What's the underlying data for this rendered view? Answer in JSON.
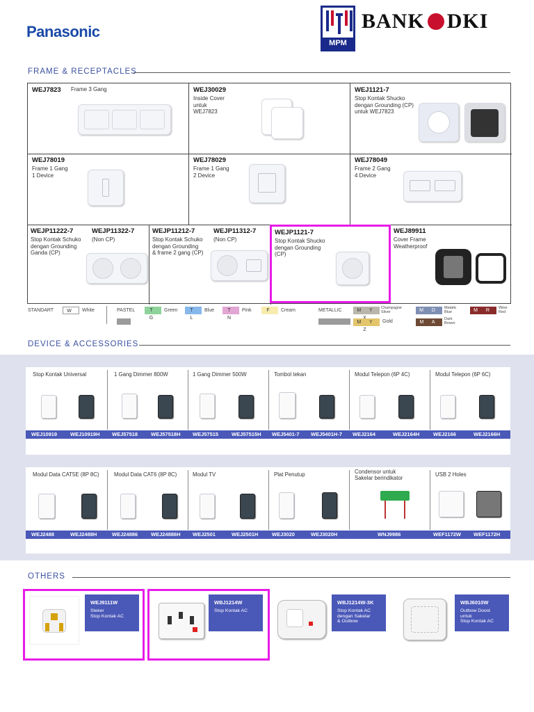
{
  "header": {
    "brand": "Panasonic",
    "mpm_label": "MPM",
    "bank_left": "BANK",
    "bank_right": "DKI"
  },
  "sections": {
    "frame": "FRAME & RECEPTACLES",
    "device": "DEVICE & ACCESSORIES",
    "others": "OTHERS"
  },
  "frames": [
    {
      "code": "WEJ7823",
      "desc": "Frame 3 Gang"
    },
    {
      "code": "WEJ30029",
      "desc": "Inside Cover\nuntuk\nWEJ7823"
    },
    {
      "code": "WEJ1121-7",
      "desc": "Stop Kontak Shucko\ndengan Grounding (CP)\nuntuk WEJ7823"
    },
    {
      "code": "WEJ78019",
      "desc": "Frame 1 Gang\n1 Device"
    },
    {
      "code": "WEJ78029",
      "desc": "Frame 1 Gang\n2 Device"
    },
    {
      "code": "WEJ78049",
      "desc": "Frame 2 Gang\n4 Device"
    }
  ],
  "receptacles": [
    {
      "code": "WEJP11222-7",
      "code2": "WEJP11322-7",
      "desc": "Stop Kontak Schuko\ndengan Grounding\nGanda (CP)",
      "desc2": "(Non CP)"
    },
    {
      "code": "WEJP11212-7",
      "code2": "WEJP11312-7",
      "desc": "Stop Kontak Schuko\ndengan Grounding\n& frame 2 gang (CP)",
      "desc2": "(Non CP)"
    },
    {
      "code": "WEJP1121-7",
      "desc": "Stop Kontak Shucko\ndengan Grounding\n(CP)"
    },
    {
      "code": "WEJ89911",
      "desc": "Cover Frame\nWeatherproof"
    }
  ],
  "legend": {
    "standart": "STANDART",
    "white_code": "W",
    "white": "White",
    "pastel": "PASTEL",
    "green_code": "T G",
    "green": "Green",
    "blue_code": "T L",
    "blue": "Blue",
    "pink_code": "T N",
    "pink": "Pink",
    "cream_code": "F",
    "cream": "Cream",
    "metallic": "METALLIC",
    "silver_code": "M Y X",
    "silver": "Champagne\nSilver",
    "metblue_code": "M D Z",
    "metblue": "Metalic\nBlue",
    "wine_code": "M R E",
    "wine": "Wine\nRed",
    "gold_code": "M Y Z",
    "gold": "Gold",
    "brown_code": "M A E",
    "brown": "Dark\nBrown",
    "colors": {
      "green": "#8fd39a",
      "blue": "#86b8ec",
      "pink": "#e2a6d4",
      "cream": "#f7ecae",
      "silver": "#b9b6ab",
      "metblue": "#7f8fb4",
      "wine": "#8a2b2b",
      "gold": "#e3c56b",
      "brown": "#6e4a35",
      "grey": "#9b9b9b"
    }
  },
  "devices_row1": [
    {
      "title": "Stop Kontak Universal",
      "codes": [
        "WEJ10919",
        "WEJ10919H"
      ]
    },
    {
      "title": "1 Gang Dimmer 800W",
      "codes": [
        "WEJ57518",
        "WEJ57518H"
      ]
    },
    {
      "title": "1 Gang Dimmer 500W",
      "codes": [
        "WEJ57515",
        "WEJ57515H"
      ]
    },
    {
      "title": "Tombol tekan",
      "codes": [
        "WEJ5401-7",
        "WEJ5401H-7"
      ]
    },
    {
      "title": "Modul Telepon (6P 4C)",
      "codes": [
        "WEJ2164",
        "WEJ2164H"
      ]
    },
    {
      "title": "Modul Telepon (6P 6C)",
      "codes": [
        "WEJ2166",
        "WEJ2166H"
      ]
    }
  ],
  "devices_row2": [
    {
      "title": "Modul Data CAT5E (8P 8C)",
      "codes": [
        "WEJ2488",
        "WEJ2488H"
      ]
    },
    {
      "title": "Modul Data CAT6 (8P 8C)",
      "codes": [
        "WEJ24886",
        "WEJ24886H"
      ]
    },
    {
      "title": "Modul TV",
      "codes": [
        "WEJ2501",
        "WEJ2501H"
      ]
    },
    {
      "title": "Plat Penutup",
      "codes": [
        "WEJ3020",
        "WEJ3020H"
      ]
    },
    {
      "title": "Condensor untuk\nSakelar berindikator",
      "codes": [
        "WNJ9986"
      ]
    },
    {
      "title": "USB 2 Holes",
      "codes": [
        "WEF1172W",
        "WEF1172H"
      ]
    }
  ],
  "others": [
    {
      "code": "WEJ9111W",
      "desc": "Steker\nStop Kontak AC"
    },
    {
      "code": "WBJ1214W",
      "desc": "Stop Kontak AC"
    },
    {
      "code": "WBJ1214W-3K",
      "desc": "Stop Kontak AC\ndengan Sakelar\n& Outbow"
    },
    {
      "code": "WBJ6010W",
      "desc": "Outbow Doost\nuntuk\nStop Kontak AC"
    }
  ]
}
